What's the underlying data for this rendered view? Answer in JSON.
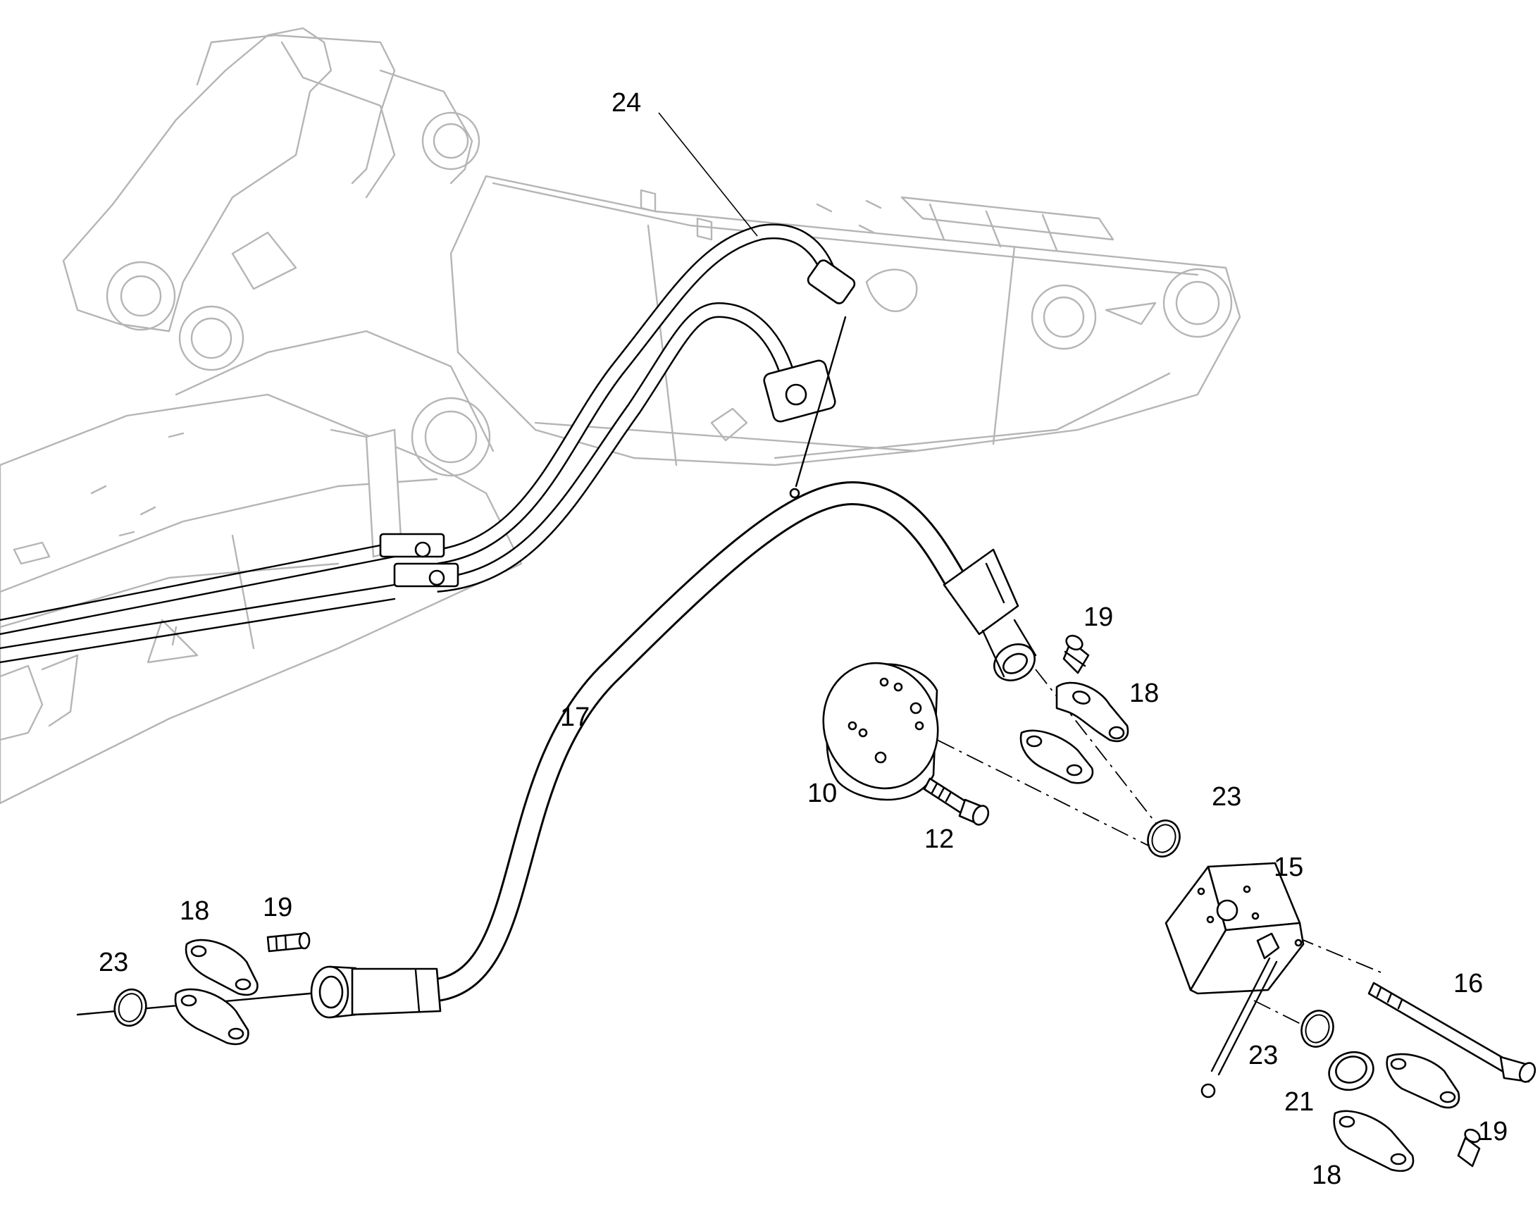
{
  "callouts": {
    "c24": "24",
    "c17": "17",
    "c19_top": "19",
    "c18_top": "18",
    "c10": "10",
    "c12": "12",
    "c23_mid": "23",
    "c15": "15",
    "c16": "16",
    "c18_left": "18",
    "c19_left": "19",
    "c23_left": "23",
    "c23_bottom": "23",
    "c21": "21",
    "c19_bottom": "19",
    "c18_bottom": "18"
  }
}
